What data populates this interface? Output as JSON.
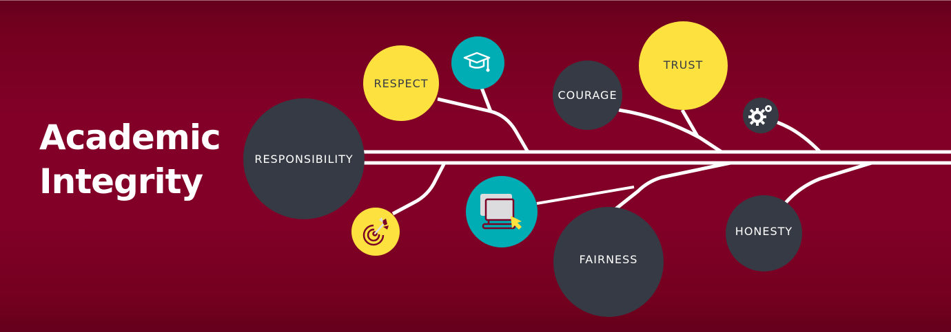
{
  "banner": {
    "title_line1": "Academic",
    "title_line2": "Integrity"
  },
  "colors": {
    "background": "#820028",
    "background_dark": "#64001b",
    "dark_node": "#363a44",
    "yellow_node": "#fde23f",
    "teal_node": "#00adb5",
    "line": "#ffffff"
  },
  "values": [
    {
      "label": "RESPONSIBILITY",
      "style": "dark"
    },
    {
      "label": "RESPECT",
      "style": "yellow"
    },
    {
      "label": "COURAGE",
      "style": "dark"
    },
    {
      "label": "TRUST",
      "style": "yellow"
    },
    {
      "label": "FAIRNESS",
      "style": "dark"
    },
    {
      "label": "HONESTY",
      "style": "dark"
    }
  ],
  "icons": [
    {
      "name": "graduation-cap-icon",
      "style": "teal"
    },
    {
      "name": "target-arrow-icon",
      "style": "yellow"
    },
    {
      "name": "computer-cursor-icon",
      "style": "teal"
    },
    {
      "name": "gears-icon",
      "style": "dark"
    }
  ]
}
